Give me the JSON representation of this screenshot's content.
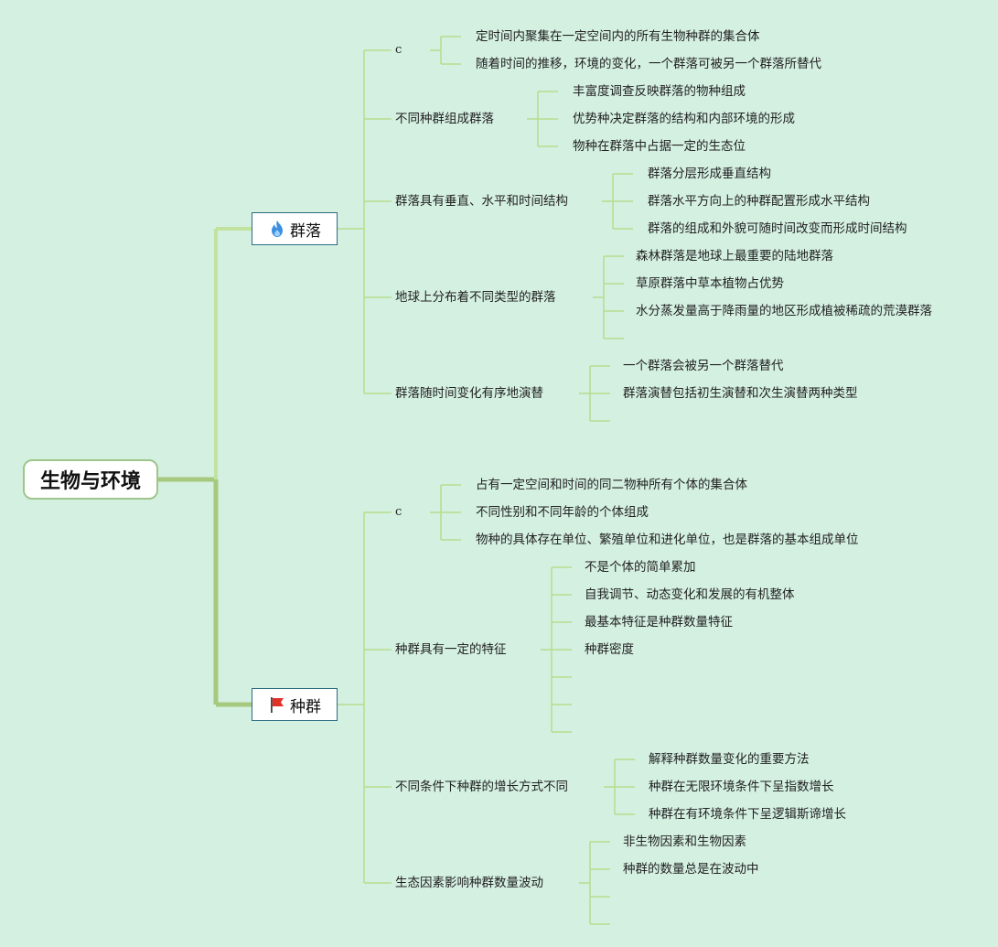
{
  "root": {
    "label": "生物与环境"
  },
  "branches": [
    {
      "label": "群落",
      "icon": "fire-icon",
      "color": "#3b8fe0",
      "children": [
        {
          "label": "c",
          "items": [
            "定时间内聚集在一定空间内的所有生物种群的集合体",
            "随着时间的推移，环境的变化，一个群落可被另一个群落所替代"
          ]
        },
        {
          "label": "不同种群组成群落",
          "items": [
            "丰富度调查反映群落的物种组成",
            "优势种决定群落的结构和内部环境的形成",
            "物种在群落中占据一定的生态位"
          ]
        },
        {
          "label": "群落具有垂直、水平和时间结构",
          "items": [
            "群落分层形成垂直结构",
            "群落水平方向上的种群配置形成水平结构",
            "群落的组成和外貌可随时间改变而形成时间结构"
          ]
        },
        {
          "label": "地球上分布着不同类型的群落",
          "items": [
            "森林群落是地球上最重要的陆地群落",
            "草原群落中草本植物占优势",
            "水分蒸发量高于降雨量的地区形成植被稀疏的荒漠群落",
            ""
          ]
        },
        {
          "label": "群落随时间变化有序地演替",
          "items": [
            "一个群落会被另一个群落替代",
            "群落演替包括初生演替和次生演替两种类型",
            ""
          ]
        }
      ]
    },
    {
      "label": "种群",
      "icon": "red-flag-icon",
      "color": "#e0322a",
      "children": [
        {
          "label": "c",
          "items": [
            "占有一定空间和时间的同二物种所有个体的集合体",
            "不同性别和不同年龄的个体组成",
            "物种的具体存在单位、繁殖单位和进化单位，也是群落的基本组成单位"
          ]
        },
        {
          "label": "种群具有一定的特征",
          "items": [
            "不是个体的简单累加",
            "自我调节、动态变化和发展的有机整体",
            "最基本特征是种群数量特征",
            "种群密度",
            "",
            "",
            ""
          ]
        },
        {
          "label": "不同条件下种群的增长方式不同",
          "items": [
            "解释种群数量变化的重要方法",
            "种群在无限环境条件下呈指数增长",
            "种群在有环境条件下呈逻辑斯谛增长"
          ]
        },
        {
          "label": "生态因素影响种群数量波动",
          "items": [
            "非生物因素和生物因素",
            "种群的数量总是在波动中",
            "",
            ""
          ]
        }
      ]
    }
  ]
}
